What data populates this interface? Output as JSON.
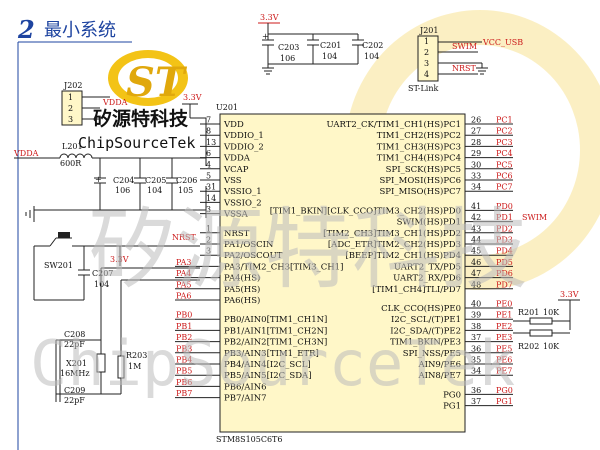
{
  "title": {
    "number": "2",
    "text": "最小系统"
  },
  "brand": {
    "cn": "矽源特科技",
    "en": "ChipSourceTek"
  },
  "watermark": {
    "cn": "矽源特科技",
    "en": "ChipSourceTek"
  },
  "mcu": {
    "ref": "U201",
    "part": "STM8S105C6T6",
    "left_pins": [
      {
        "num": "7",
        "name": "VDD"
      },
      {
        "num": "8",
        "name": "VDDIO_1"
      },
      {
        "num": "13",
        "name": "VDDIO_2"
      },
      {
        "num": "6",
        "name": "VDDA"
      },
      {
        "num": "4",
        "name": "VCAP"
      },
      {
        "num": "5",
        "name": "VSS"
      },
      {
        "num": "31",
        "name": "VSSIO_1"
      },
      {
        "num": "14",
        "name": "VSSIO_2"
      },
      {
        "num": "3",
        "name": "VSSA"
      },
      {
        "num": "1",
        "name": "NRST"
      },
      {
        "num": "2",
        "name": "PA1/OSCIN"
      },
      {
        "num": "3",
        "name": "PA2/OSCOUT"
      },
      {
        "num": "",
        "name": "PA3/TIM2_CH3[TIM3_CH1]"
      },
      {
        "num": "",
        "name": "PA4(HS)"
      },
      {
        "num": "",
        "name": "PA5(HS)"
      },
      {
        "num": "",
        "name": "PA6(HS)"
      },
      {
        "num": "",
        "name": "PB0/AIN0[TIM1_CH1N]"
      },
      {
        "num": "",
        "name": "PB1/AIN1[TIM1_CH2N]"
      },
      {
        "num": "",
        "name": "PB2/AIN2[TIM1_CH3N]"
      },
      {
        "num": "",
        "name": "PB3/AIN3[TIM1_ETR]"
      },
      {
        "num": "",
        "name": "PB4/AIN4[I2C_SCL]"
      },
      {
        "num": "",
        "name": "PB5/AIN5[I2C_SDA]"
      },
      {
        "num": "",
        "name": "PB6/AIN6"
      },
      {
        "num": "",
        "name": "PB7/AIN7"
      }
    ],
    "right_pins": [
      {
        "num": "26",
        "name": "UART2_CK/TIM1_CH1(HS)PC1",
        "net": "PC1"
      },
      {
        "num": "27",
        "name": "TIM1_CH2(HS)PC2",
        "net": "PC2"
      },
      {
        "num": "28",
        "name": "TIM1_CH3(HS)PC3",
        "net": "PC3"
      },
      {
        "num": "29",
        "name": "TIM1_CH4(HS)PC4",
        "net": "PC4"
      },
      {
        "num": "30",
        "name": "SPI_SCK(HS)PC5",
        "net": "PC5"
      },
      {
        "num": "33",
        "name": "SPI_MOSI(HS)PC6",
        "net": "PC6"
      },
      {
        "num": "34",
        "name": "SPI_MISO(HS)PC7",
        "net": "PC7"
      },
      {
        "num": "41",
        "name": "[TIM1_BKIN][CLK_CCO]TIM3_CH2(HS)PD0",
        "net": "PD0"
      },
      {
        "num": "42",
        "name": "SWIM(HS)PD1",
        "net": "PD1"
      },
      {
        "num": "43",
        "name": "[TIM2_CH3]TIM3_CH1(HS)PD2",
        "net": "PD2"
      },
      {
        "num": "44",
        "name": "[ADC_ETR]TIM2_CH2(HS)PD3",
        "net": "PD3"
      },
      {
        "num": "45",
        "name": "[BEEP]TIM2_CH1(HS)PD4",
        "net": "PD4"
      },
      {
        "num": "46",
        "name": "UART2_TX/PD5",
        "net": "PD5"
      },
      {
        "num": "47",
        "name": "UART2_RX/PD6",
        "net": "PD6"
      },
      {
        "num": "48",
        "name": "[TIM1_CH4]TLI/PD7",
        "net": "PD7"
      },
      {
        "num": "40",
        "name": "CLK_CCO(HS)PE0",
        "net": "PE0"
      },
      {
        "num": "39",
        "name": "I2C_SCL/(T)PE1",
        "net": "PE1"
      },
      {
        "num": "38",
        "name": "I2C_SDA/(T)PE2",
        "net": "PE2"
      },
      {
        "num": "37",
        "name": "TIM1_BKIN/PE3",
        "net": "PE3"
      },
      {
        "num": "36",
        "name": "SPI_NSS/PE5",
        "net": "PE5"
      },
      {
        "num": "35",
        "name": "AIN9/PE6",
        "net": "PE6"
      },
      {
        "num": "34",
        "name": "AIN8/PE7",
        "net": "PE7"
      },
      {
        "num": "36",
        "name": "PG0",
        "net": "PG0"
      },
      {
        "num": "37",
        "name": "PG1",
        "net": "PG1"
      }
    ],
    "left_nets": [
      "PA3",
      "PA4",
      "PA5",
      "PA6",
      "PB0",
      "PB1",
      "PB2",
      "PB3",
      "PB4",
      "PB5",
      "PB6",
      "PB7"
    ]
  },
  "nets": {
    "vcc_3v3": "3.3V",
    "vdda": "VDDA",
    "vcc_usb": "VCC_USB",
    "swim": "SWIM",
    "nrst": "NRST"
  },
  "connectors": {
    "j201": {
      "ref": "J201",
      "pins": [
        "1",
        "2",
        "3",
        "4"
      ],
      "label": "ST-Link"
    },
    "j202": {
      "ref": "J202",
      "pins": [
        "1",
        "2",
        "3"
      ]
    }
  },
  "components": {
    "c203": {
      "ref": "C203",
      "value": "106"
    },
    "c201": {
      "ref": "C201",
      "value": "104"
    },
    "c202": {
      "ref": "C202",
      "value": "104"
    },
    "l201": {
      "ref": "L201",
      "value": "600R"
    },
    "c204": {
      "ref": "C204",
      "value": "106"
    },
    "c205": {
      "ref": "C205",
      "value": "104"
    },
    "c206": {
      "ref": "C206",
      "value": "105"
    },
    "sw201": {
      "ref": "SW201"
    },
    "c207": {
      "ref": "C207",
      "value": "104"
    },
    "c208": {
      "ref": "C208",
      "value": "22pF"
    },
    "c209": {
      "ref": "C209",
      "value": "22pF"
    },
    "x201": {
      "ref": "X201",
      "value": "16MHz"
    },
    "r203": {
      "ref": "R203",
      "value": "1M"
    },
    "r201": {
      "ref": "R201",
      "value": "10K"
    },
    "r202": {
      "ref": "R202",
      "value": "10K"
    }
  },
  "colors": {
    "net_label": "#cc1a1a",
    "title": "#1e44a0",
    "watermark": "#bcbcbc",
    "wire": "#222222"
  }
}
